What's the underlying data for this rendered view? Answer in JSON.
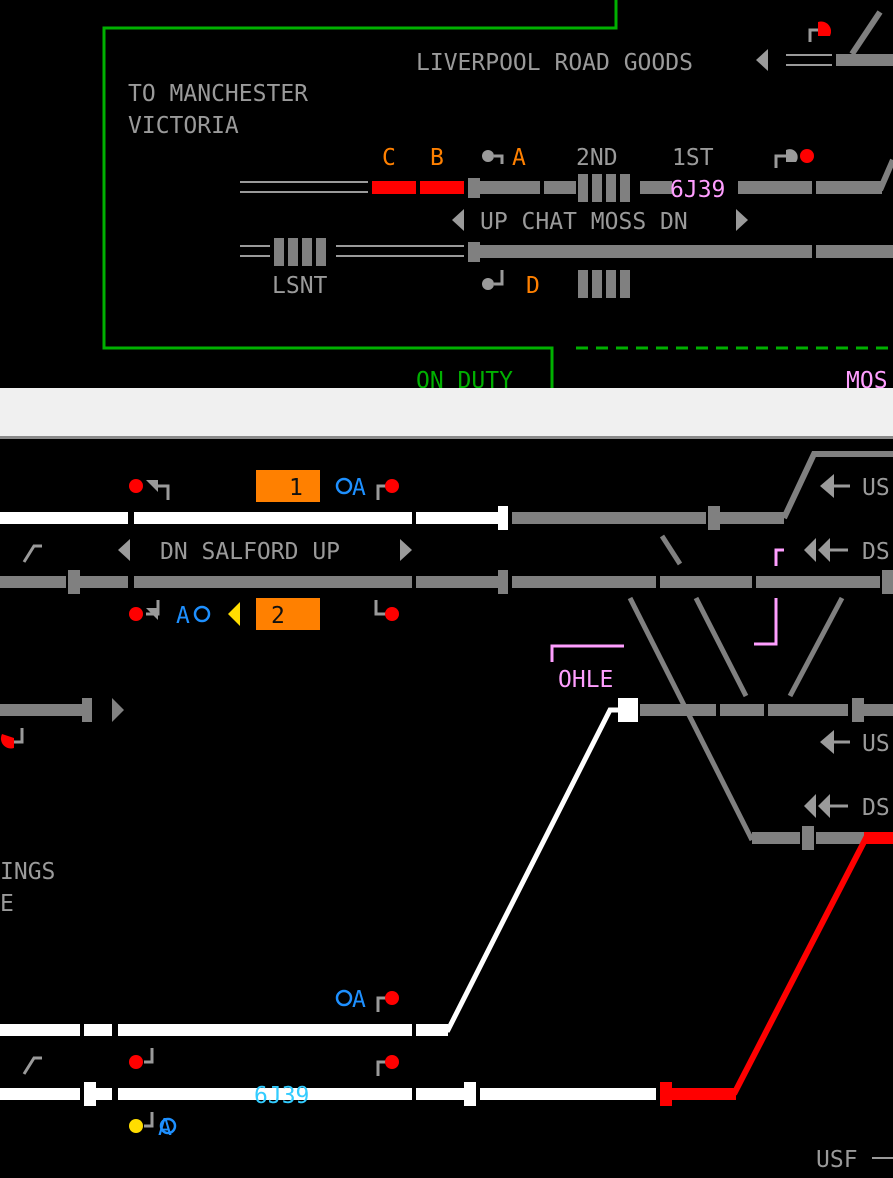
{
  "colors": {
    "background": "#000000",
    "track_unset": "#808080",
    "track_set": "#ffffff",
    "track_occupied": "#ff0000",
    "signal_on": "#ff0000",
    "signal_caution": "#ffdd00",
    "label_grey": "#9a9a9a",
    "berth_orange": "#ff8000",
    "auto_blue": "#1e90ff",
    "pink": "#ff9eff",
    "boundary_green": "#00b000",
    "headcode_cyan": "#33ccff",
    "divider": "#f0f0f0"
  },
  "upper_panel": {
    "liverpool_road_goods": "LIVERPOOL ROAD GOODS",
    "to_manchester": "TO MANCHESTER",
    "victoria": "VICTORIA",
    "route_c": "C",
    "route_b": "B",
    "route_a": "A",
    "route_d": "D",
    "second": "2ND",
    "first": "1ST",
    "headcode": "6J39",
    "up_chat_moss_dn": "UP CHAT MOSS DN",
    "lsnt": "LSNT",
    "on_duty": "ON DUTY",
    "mos_cut": "MOS"
  },
  "lower_panel": {
    "berth_1": "1",
    "berth_2": "2",
    "auto_a_top": "A",
    "auto_a_mid": "A",
    "auto_a_lower": "A",
    "auto_a_bottom": "A",
    "dn_salford_up": "DN SALFORD UP",
    "us_1": "US",
    "ds_1": "DS",
    "us_2": "US",
    "ds_2": "DS",
    "ohle": "OHLE",
    "sidings_cut": "INGS",
    "e_cut": "E",
    "headcode": "6J39",
    "usf": "USF"
  }
}
